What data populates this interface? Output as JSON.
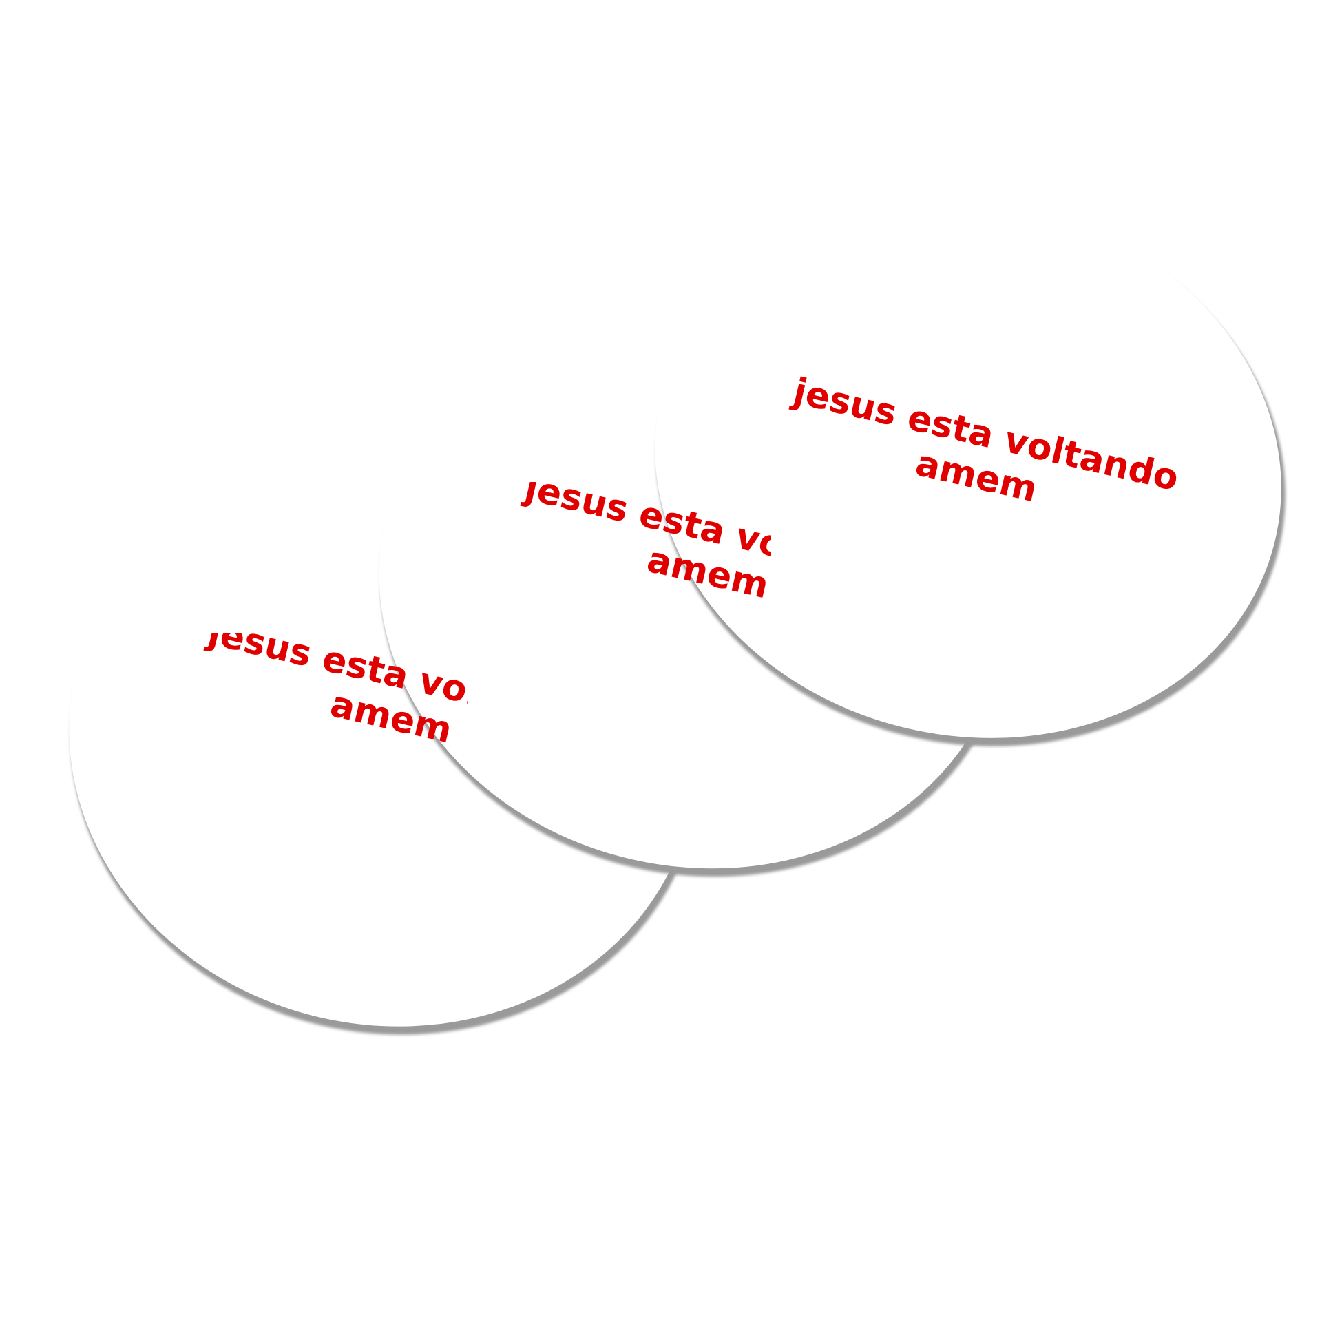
{
  "colors": {
    "background": "#ffffff",
    "plate_fill": "#ffffff",
    "plate_shadow": "#9a9a9a",
    "text": "#e00000"
  },
  "plates": [
    {
      "line1": "jesus esta voltando",
      "line2": "amem"
    },
    {
      "line1": "jesus esta voltando",
      "line2": "amem"
    },
    {
      "line1": "jesus esta voltando",
      "line2": "amem"
    }
  ]
}
